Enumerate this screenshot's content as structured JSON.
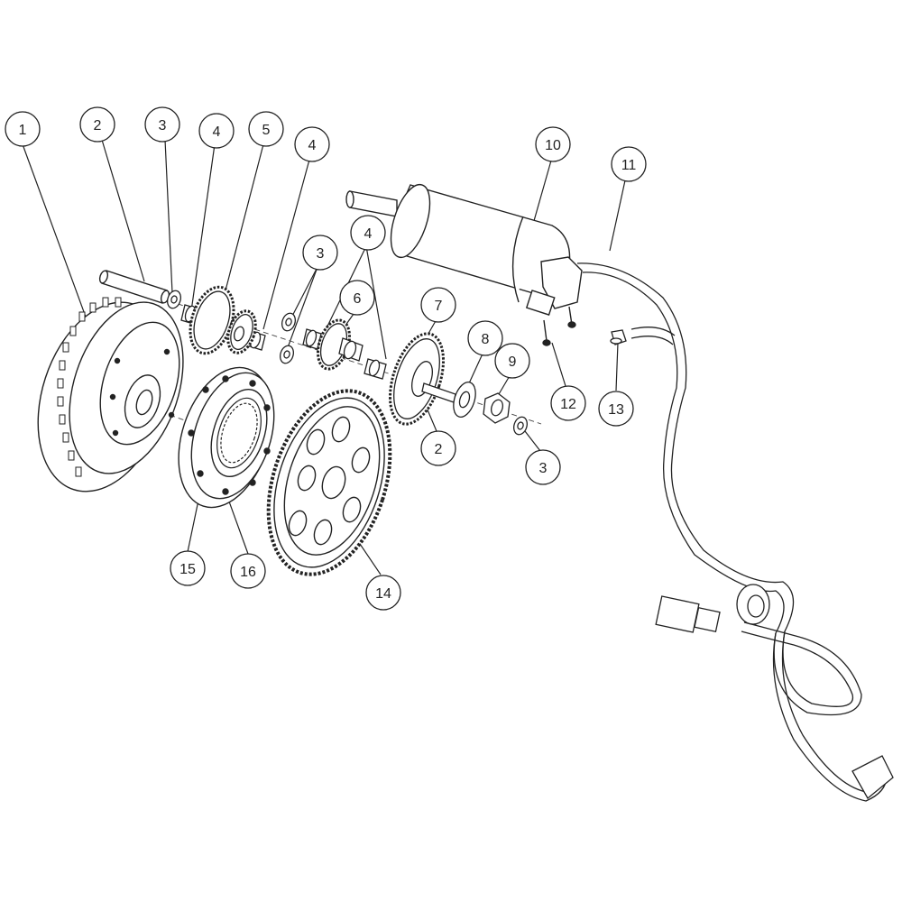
{
  "diagram": {
    "callouts": [
      {
        "id": "c1",
        "label": "1"
      },
      {
        "id": "c2a",
        "label": "2"
      },
      {
        "id": "c3a",
        "label": "3"
      },
      {
        "id": "c4a",
        "label": "4"
      },
      {
        "id": "c5",
        "label": "5"
      },
      {
        "id": "c4b",
        "label": "4"
      },
      {
        "id": "c3b",
        "label": "3"
      },
      {
        "id": "c4c",
        "label": "4"
      },
      {
        "id": "c6",
        "label": "6"
      },
      {
        "id": "c7",
        "label": "7"
      },
      {
        "id": "c8",
        "label": "8"
      },
      {
        "id": "c9",
        "label": "9"
      },
      {
        "id": "c10",
        "label": "10"
      },
      {
        "id": "c11",
        "label": "11"
      },
      {
        "id": "c12",
        "label": "12"
      },
      {
        "id": "c13",
        "label": "13"
      },
      {
        "id": "c2b",
        "label": "2"
      },
      {
        "id": "c3c",
        "label": "3"
      },
      {
        "id": "c15",
        "label": "15"
      },
      {
        "id": "c16",
        "label": "16"
      },
      {
        "id": "c14",
        "label": "14"
      }
    ]
  },
  "colors": {
    "line": "#222222",
    "callout_fill": "#ffffff",
    "background": "#ffffff"
  }
}
